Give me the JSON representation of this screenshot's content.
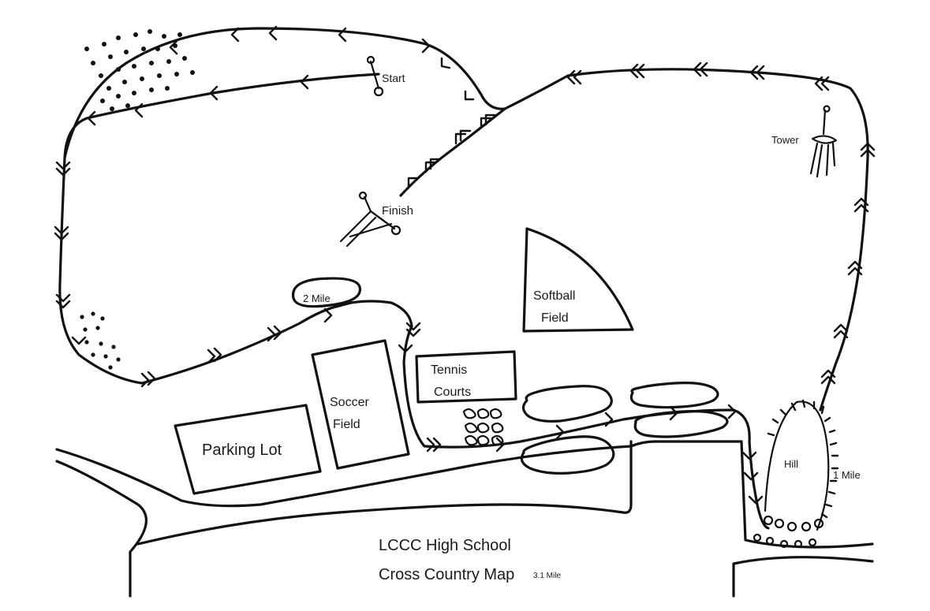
{
  "labels": {
    "start": "Start",
    "finish": "Finish",
    "tower": "Tower",
    "two_mile": "2  Mile",
    "softball_1": "Softball",
    "softball_2": "Field",
    "tennis_1": "Tennis",
    "tennis_2": "Courts",
    "soccer_1": "Soccer",
    "soccer_2": "Field",
    "parking_lot": "Parking Lot",
    "hill": "Hill",
    "one_mile": "1 Mile",
    "title_1": "LCCC High School",
    "title_2": "Cross Country Map",
    "total_distance": "3.1 Mile"
  },
  "colors": {
    "ink": "#111111",
    "paper": "#ffffff",
    "margin": "#f2f2f2"
  }
}
